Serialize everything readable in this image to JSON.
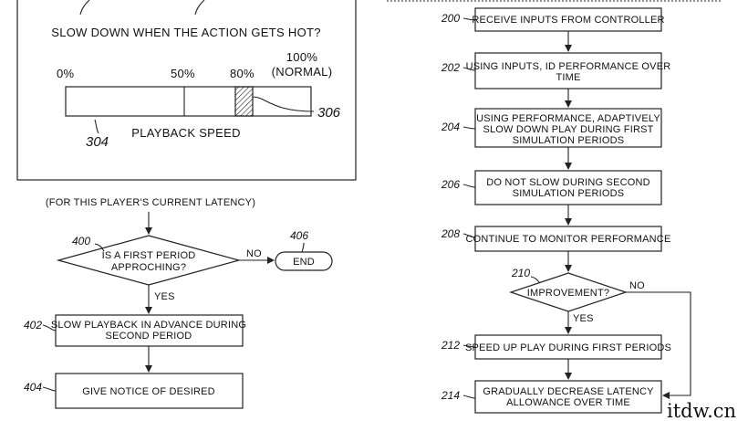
{
  "figure3": {
    "question": "SLOW DOWN WHEN THE ACTION GETS HOT?",
    "tick_0": "0%",
    "tick_50": "50%",
    "tick_80": "80%",
    "tick_100_line1": "100%",
    "tick_100_line2": "(NORMAL)",
    "bar_label": "PLAYBACK SPEED",
    "ref_bar": "304",
    "ref_marker": "306"
  },
  "figure4": {
    "caption": "(FOR THIS PLAYER'S CURRENT LATENCY)",
    "decision_line1": "IS A FIRST PERIOD",
    "decision_line2": "APPROCHING?",
    "ref_decision": "400",
    "no_label": "NO",
    "yes_label": "YES",
    "end_label": "END",
    "ref_end": "406",
    "step402_line1": "SLOW PLAYBACK IN ADVANCE DURING",
    "step402_line2": "SECOND PERIOD",
    "ref_402": "402",
    "step404": "GIVE NOTICE OF DESIRED",
    "ref_404": "404"
  },
  "figure2": {
    "ref_200": "200",
    "step200": "RECEIVE INPUTS FROM CONTROLLER",
    "ref_202": "202",
    "step202_line1": "USING INPUTS, ID PERFORMANCE OVER",
    "step202_line2": "TIME",
    "ref_204": "204",
    "step204_line1": "USING PERFORMANCE, ADAPTIVELY",
    "step204_line2": "SLOW DOWN PLAY DURING FIRST",
    "step204_line3": "SIMULATION PERIODS",
    "ref_206": "206",
    "step206_line1": "DO NOT SLOW DURING SECOND",
    "step206_line2": "SIMULATION PERIODS",
    "ref_208": "208",
    "step208": "CONTINUE TO MONITOR PERFORMANCE",
    "ref_210": "210",
    "decision210": "IMPROVEMENT?",
    "no_label": "NO",
    "yes_label": "YES",
    "ref_212": "212",
    "step212": "SPEED UP PLAY DURING FIRST PERIODS",
    "ref_214": "214",
    "step214_line1": "GRADUALLY DECREASE LATENCY",
    "step214_line2": "ALLOWANCE OVER TIME"
  },
  "watermark": "itdw.cn",
  "playback_speed": {
    "slider_value_percent": 80
  }
}
